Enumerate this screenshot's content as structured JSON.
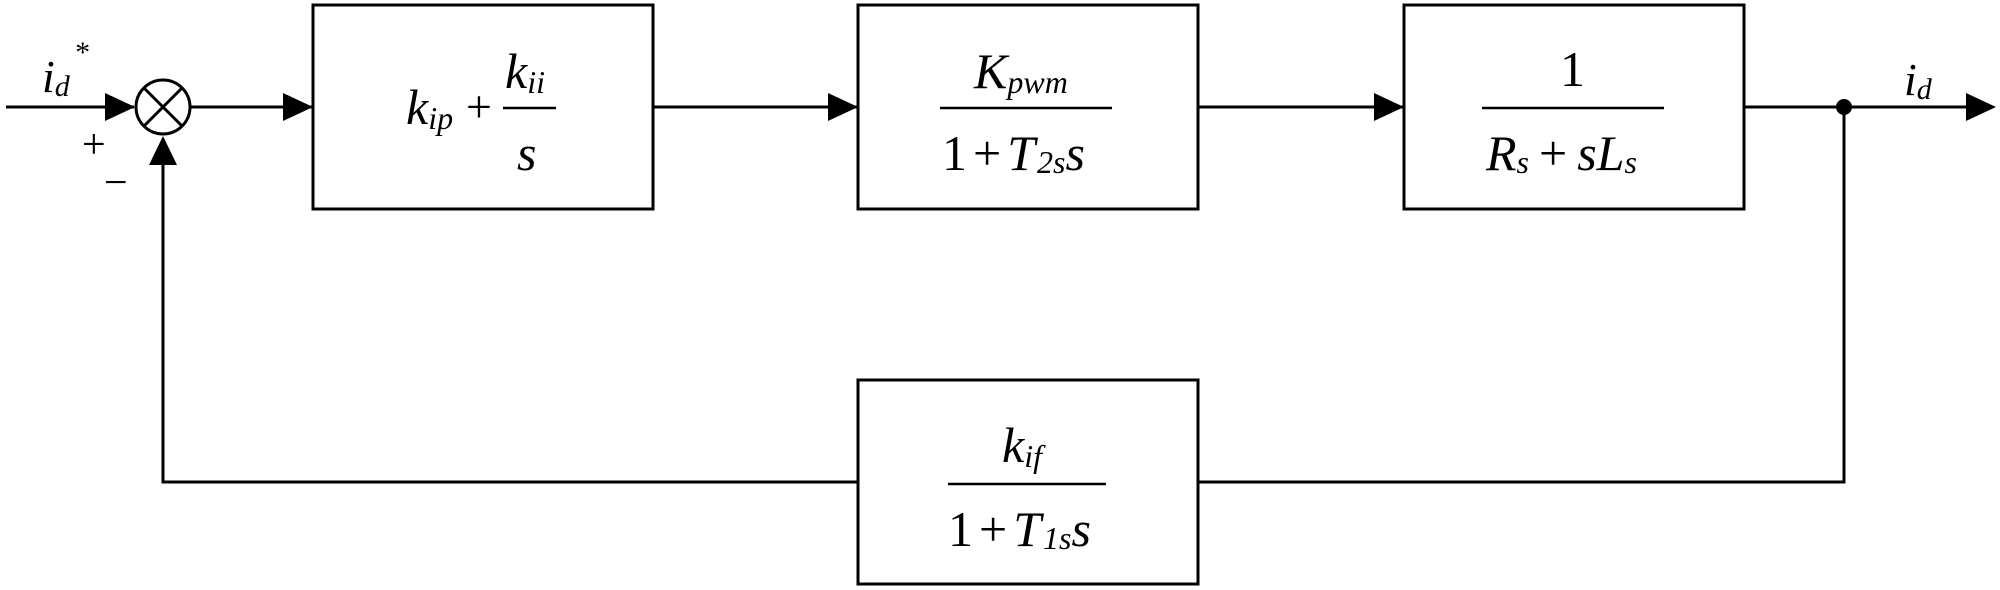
{
  "signals": {
    "input": {
      "main": "i",
      "sub": "d",
      "sup": "*"
    },
    "output": {
      "main": "i",
      "sub": "d"
    },
    "plus_sign": "+",
    "minus_sign": "−"
  },
  "blocks": {
    "pi_controller": {
      "k1": "k",
      "k1_sub": "ip",
      "plus": "+",
      "num": "k",
      "num_sub": "ii",
      "den": "s"
    },
    "pwm": {
      "num": "K",
      "num_sub": "pwm",
      "den_one": "1",
      "den_plus": "+",
      "den_T": "T",
      "den_sub": "2s",
      "den_s": "s"
    },
    "plant": {
      "num": "1",
      "den_R": "R",
      "den_R_sub": "s",
      "den_plus": "+",
      "den_s": "s",
      "den_L": "L",
      "den_L_sub": "s"
    },
    "feedback": {
      "num": "k",
      "num_sub": "if",
      "den_one": "1",
      "den_plus": "+",
      "den_T": "T",
      "den_sub": "1s",
      "den_s": "s"
    }
  },
  "icons": {
    "summing_junction": "circle-with-x-icon",
    "arrowhead": "filled-triangle-arrow-icon",
    "branch_point": "filled-dot-icon"
  },
  "colors": {
    "line": "#000000",
    "background": "#ffffff"
  }
}
